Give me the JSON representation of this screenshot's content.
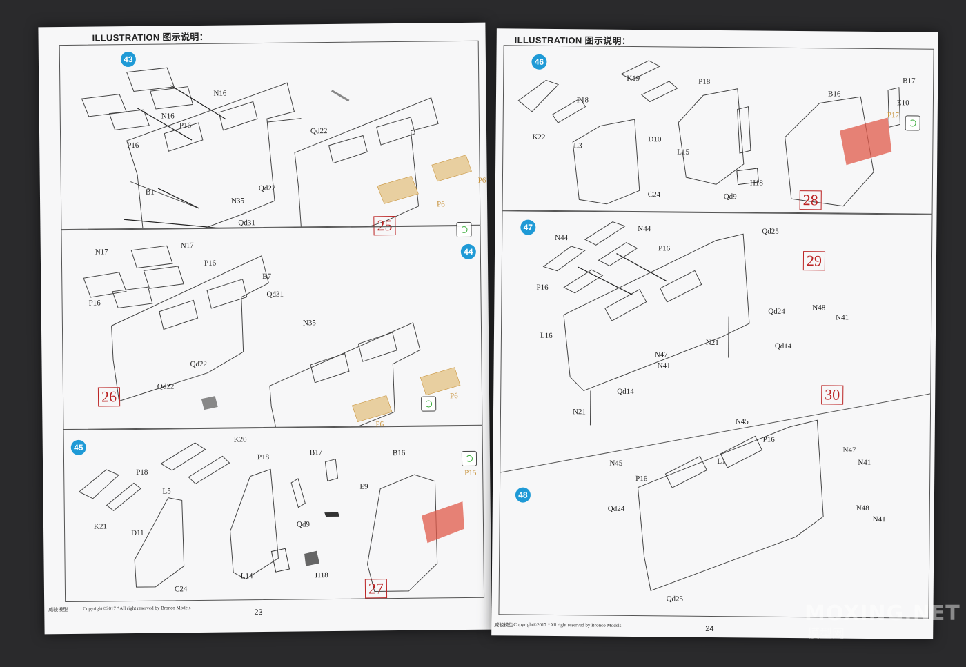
{
  "left_page": {
    "header": "ILLUSTRATION 图示说明：",
    "footer_brand": "威骏模型",
    "footer_copy": "Copyright©2017 *All right reserved by Bronco Models",
    "page_number": "23",
    "steps": [
      {
        "num": "43",
        "ref": "25",
        "labels": [
          "N16",
          "N16",
          "P16",
          "P16",
          "Qd22",
          "B1",
          "N35",
          "Qd22",
          "Qd31",
          "P6",
          "P6"
        ]
      },
      {
        "num": "44",
        "ref": "26",
        "labels": [
          "N17",
          "N17",
          "P16",
          "P16",
          "B7",
          "Qd31",
          "N35",
          "Qd22",
          "Qd22",
          "P6",
          "P6"
        ]
      },
      {
        "num": "45",
        "ref": "27",
        "labels": [
          "K20",
          "P18",
          "P18",
          "L5",
          "K21",
          "D11",
          "C24",
          "B17",
          "B16",
          "E9",
          "Qd9",
          "L14",
          "H18",
          "P15"
        ]
      }
    ]
  },
  "right_page": {
    "header": "ILLUSTRATION 图示说明：",
    "footer_brand": "威骏模型",
    "footer_copy": "Copyright©2017 *All right reserved by Bronco Models",
    "page_number": "24",
    "steps": [
      {
        "num": "46",
        "ref": "28",
        "labels": [
          "K19",
          "P18",
          "P18",
          "K22",
          "L3",
          "D10",
          "C24",
          "L15",
          "H18",
          "Qd9",
          "B16",
          "B17",
          "E10",
          "P17"
        ]
      },
      {
        "num": "47",
        "ref": "29",
        "labels": [
          "N44",
          "N44",
          "P16",
          "P16",
          "Qd25",
          "L16",
          "Qd24",
          "N48",
          "N41",
          "N21",
          "Qd14",
          "N47",
          "N41",
          "Qd14",
          "N21"
        ]
      },
      {
        "num": "48",
        "ref": "30",
        "labels": [
          "N45",
          "P16",
          "N45",
          "L1",
          "P16",
          "N47",
          "N41",
          "Qd24",
          "N48",
          "N41",
          "Qd25"
        ]
      }
    ]
  },
  "watermark": {
    "main": "MOXING.NET",
    "sub": "模型网"
  },
  "colors": {
    "step_badge": "#1f9ad6",
    "ref_box": "#b22222",
    "photo_etch": "#c7923b",
    "highlight": "#e05a4a"
  }
}
